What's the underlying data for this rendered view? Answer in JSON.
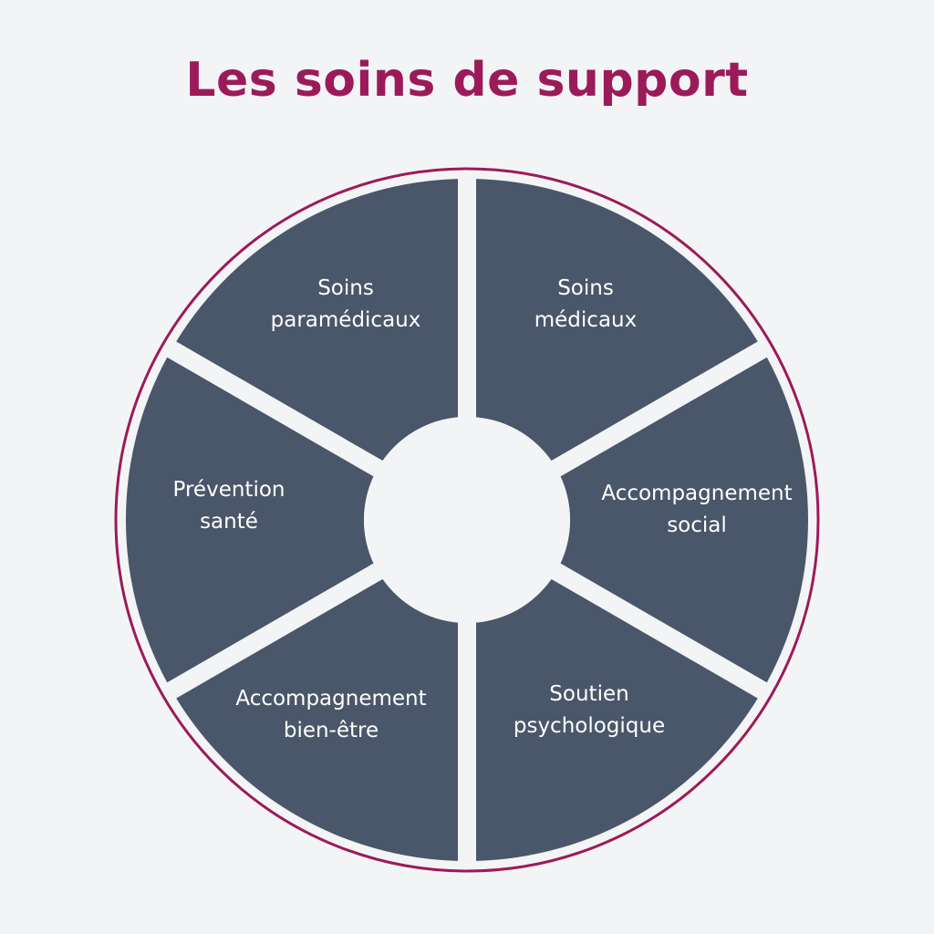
{
  "title": "Les soins de support",
  "colors": {
    "accent": "#9b1b5a",
    "segment": "#4a5669",
    "background": "#f3f4f5",
    "gap": "#f3f4f5",
    "text_on_segment": "#ffffff"
  },
  "segments": [
    {
      "id": "soins-medicaux",
      "lines": [
        "Soins",
        "médicaux"
      ]
    },
    {
      "id": "accompagnement-social",
      "lines": [
        "Accompagnement",
        "social"
      ]
    },
    {
      "id": "soutien-psychologique",
      "lines": [
        "Soutien",
        "psychologique"
      ]
    },
    {
      "id": "accompagnement-bien-etre",
      "lines": [
        "Accompagnement",
        "bien-être"
      ]
    },
    {
      "id": "prevention-sante",
      "lines": [
        "Prévention",
        "santé"
      ]
    },
    {
      "id": "soins-paramedicaux",
      "lines": [
        "Soins",
        "paramédicaux"
      ]
    }
  ]
}
